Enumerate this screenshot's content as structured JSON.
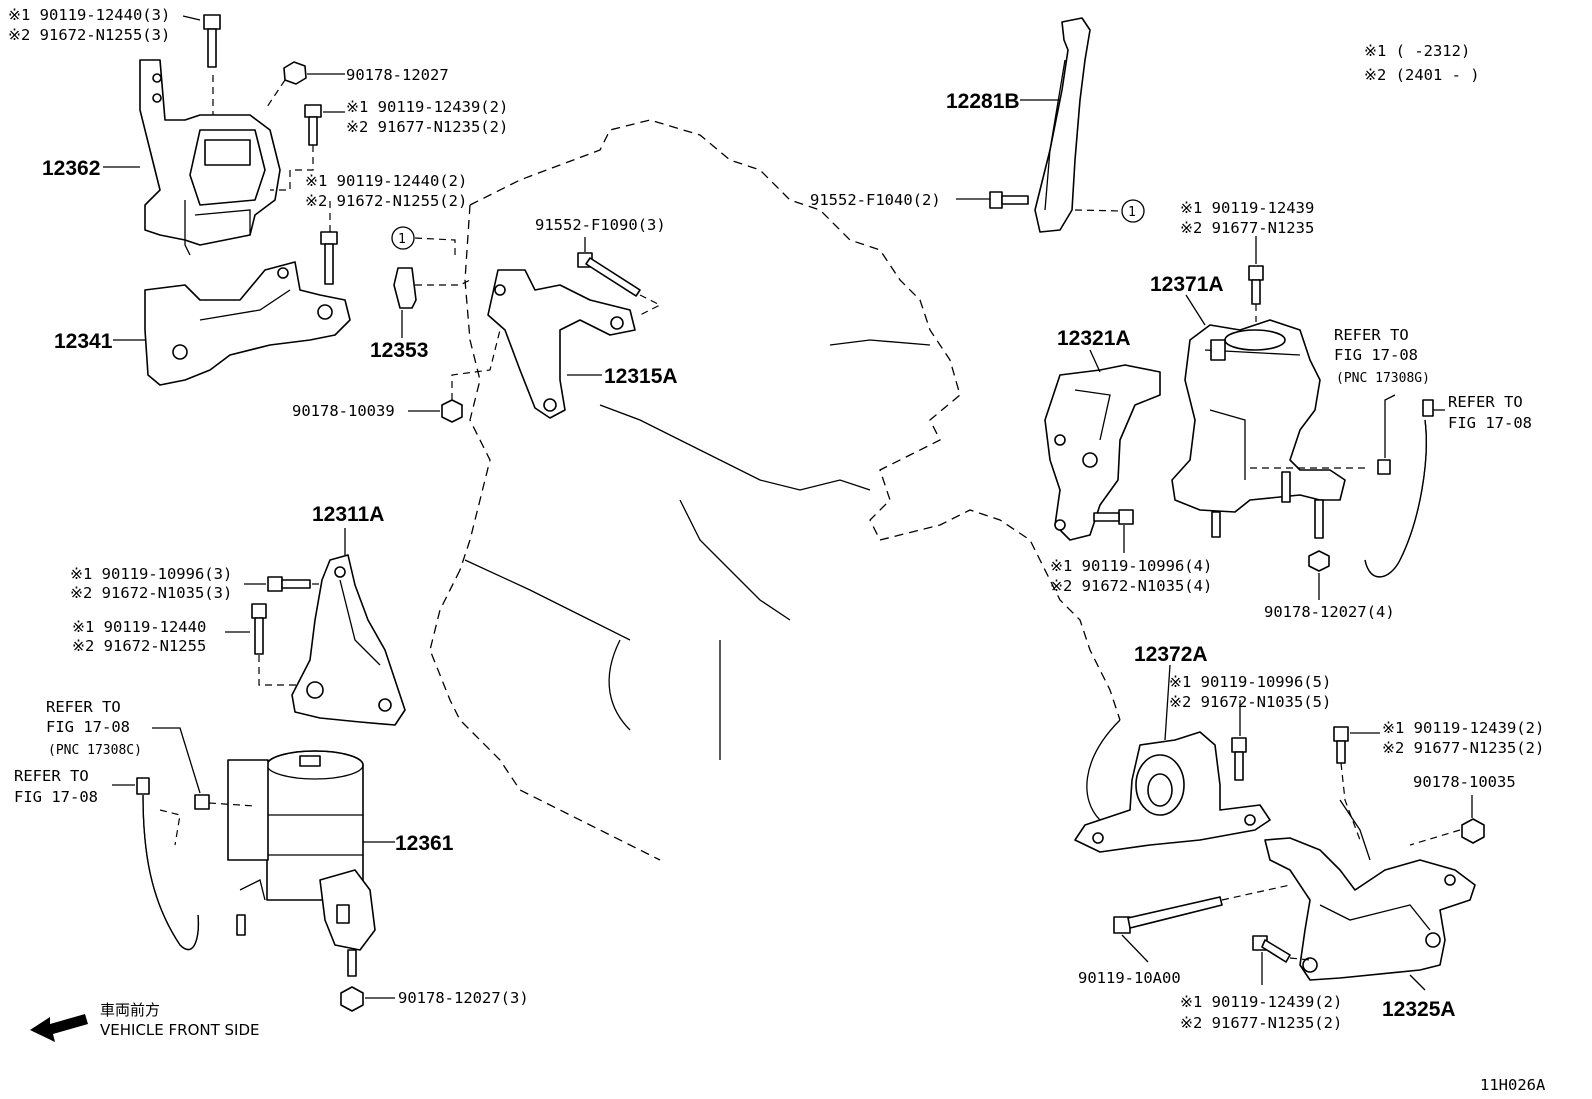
{
  "legend": {
    "note1": "※1 (     -2312)",
    "note2": "※2 (2401 -     )"
  },
  "footer": {
    "direction_jp": "車両前方",
    "direction_en": "VEHICLE FRONT SIDE",
    "diagram_code": "11H026A"
  },
  "callout_symbol": "1",
  "labels": {
    "a1": "※1 90119-12440(3)",
    "a2": "※2 91672-N1255(3)",
    "b": "90178-12027",
    "c1": "※1 90119-12439(2)",
    "c2": "※2 91677-N1235(2)",
    "d1": "※1 90119-12440(2)",
    "d2": "※2 91672-N1255(2)",
    "p12362": "12362",
    "p12341": "12341",
    "p12353": "12353",
    "f1": "91552-F1090(3)",
    "p12315A": "12315A",
    "g": "90178-10039",
    "p12281B": "12281B",
    "h": "91552-F1040(2)",
    "i1": "※1 90119-12439",
    "i2": "※2 91677-N1235",
    "p12371A": "12371A",
    "p12321A": "12321A",
    "ref1a": "REFER TO",
    "ref1b": "FIG 17-08",
    "ref1c": "(PNC 17308G)",
    "ref2a": "REFER TO",
    "ref2b": "FIG 17-08",
    "j1": "※1 90119-10996(4)",
    "j2": "※2 91672-N1035(4)",
    "k": "90178-12027(4)",
    "p12311A": "12311A",
    "l1": "※1 90119-10996(3)",
    "l2": "※2 91672-N1035(3)",
    "m1": "※1 90119-12440",
    "m2": "※2 91672-N1255",
    "ref3a": "REFER TO",
    "ref3b": "FIG 17-08",
    "ref3c": "(PNC 17308C)",
    "ref4a": "REFER TO",
    "ref4b": "FIG 17-08",
    "p12361": "12361",
    "n": "90178-12027(3)",
    "p12372A": "12372A",
    "o1": "※1 90119-10996(5)",
    "o2": "※2 91672-N1035(5)",
    "q1": "※1 90119-12439(2)",
    "q2": "※2 91677-N1235(2)",
    "r": "90178-10035",
    "s": "90119-10A00",
    "t1": "※1 90119-12439(2)",
    "t2": "※2 91677-N1235(2)",
    "p12325A": "12325A"
  }
}
